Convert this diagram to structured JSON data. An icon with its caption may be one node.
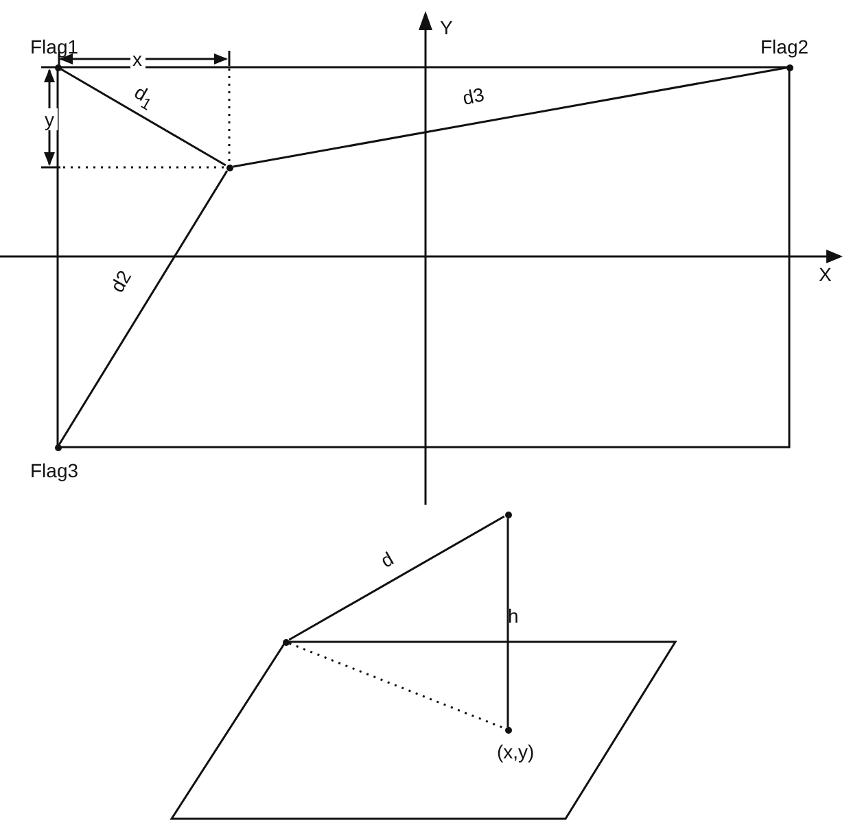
{
  "diagram": {
    "nodes": [
      {
        "text": [
          "Flag1"
        ]
      },
      {
        "text": [
          "Flag2"
        ]
      },
      {
        "text": [
          "Flag3"
        ]
      },
      {
        "text": [],
        "shape": "circle"
      },
      {
        "text": [],
        "shape": "circle"
      },
      {
        "text": [],
        "shape": "circle"
      },
      {
        "text": [
          "(x,y)"
        ]
      }
    ],
    "edges": [
      {
        "from": 0,
        "to": 3,
        "arrow": "none",
        "label": "d$_{1}$"
      },
      {
        "from": 3,
        "to": 1,
        "arrow": "none",
        "label": "d3"
      },
      {
        "from": 3,
        "to": 2,
        "arrow": "none",
        "label": "d2"
      },
      {
        "from": 4,
        "to": 5,
        "arrow": "none",
        "label": "d"
      },
      {
        "from": 5,
        "to": 6,
        "arrow": "none",
        "label": "h"
      },
      {
        "from": 4,
        "to": 6,
        "arrow": "none",
        "style": "dashed"
      }
    ],
    "labels": [
      "x",
      "y",
      "Y",
      "X"
    ]
  }
}
